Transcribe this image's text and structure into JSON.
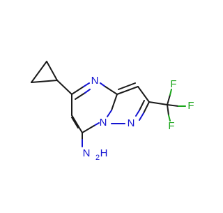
{
  "molecule": {
    "atoms": {
      "n_ring_top": "N",
      "n_bridge": "N",
      "n_pyrazole": "N",
      "f_right": "F",
      "f_top": "F",
      "f_bottom": "F",
      "nh2_n": "N",
      "nh2_h": "H"
    },
    "colors": {
      "carbon_bond": "#1a1a1a",
      "nitrogen": "#1414d2",
      "fluorine": "#1aa51a"
    }
  }
}
